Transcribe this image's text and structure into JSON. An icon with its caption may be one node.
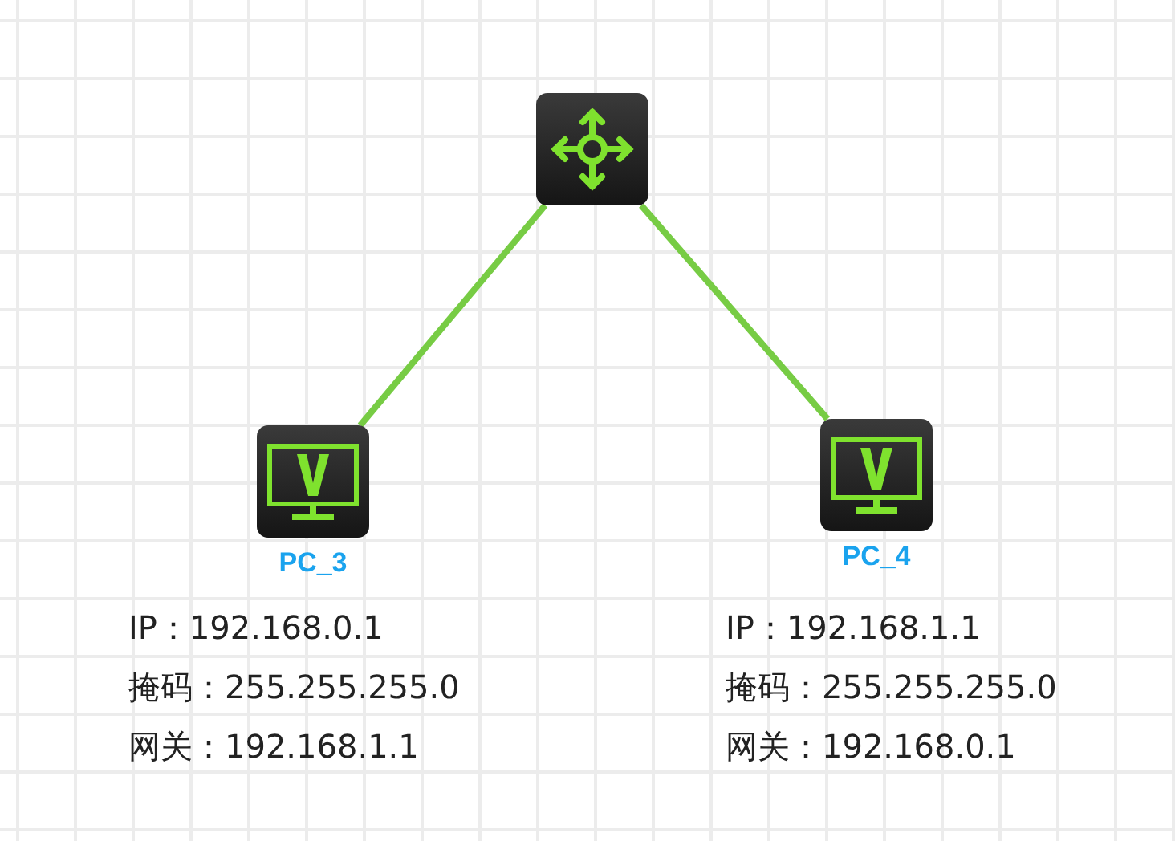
{
  "diagram": {
    "nodes": [
      {
        "text": [],
        "shape": "box"
      },
      {
        "text": [
          "PC_3"
        ],
        "beside": [
          "IP：192.168.0.1",
          "掩码：255.255.255.0",
          "网关：192.168.1.1"
        ]
      },
      {
        "text": [
          "PC_4"
        ],
        "beside": [
          "IP：192.168.1.1",
          "掩码：255.255.255.0",
          "网关：192.168.0.1"
        ]
      }
    ],
    "edges": [
      {
        "from": 0,
        "to": 1,
        "arrow": "none",
        "color": "#77cc44"
      },
      {
        "from": 0,
        "to": 2,
        "arrow": "none",
        "color": "#77cc44"
      }
    ]
  }
}
